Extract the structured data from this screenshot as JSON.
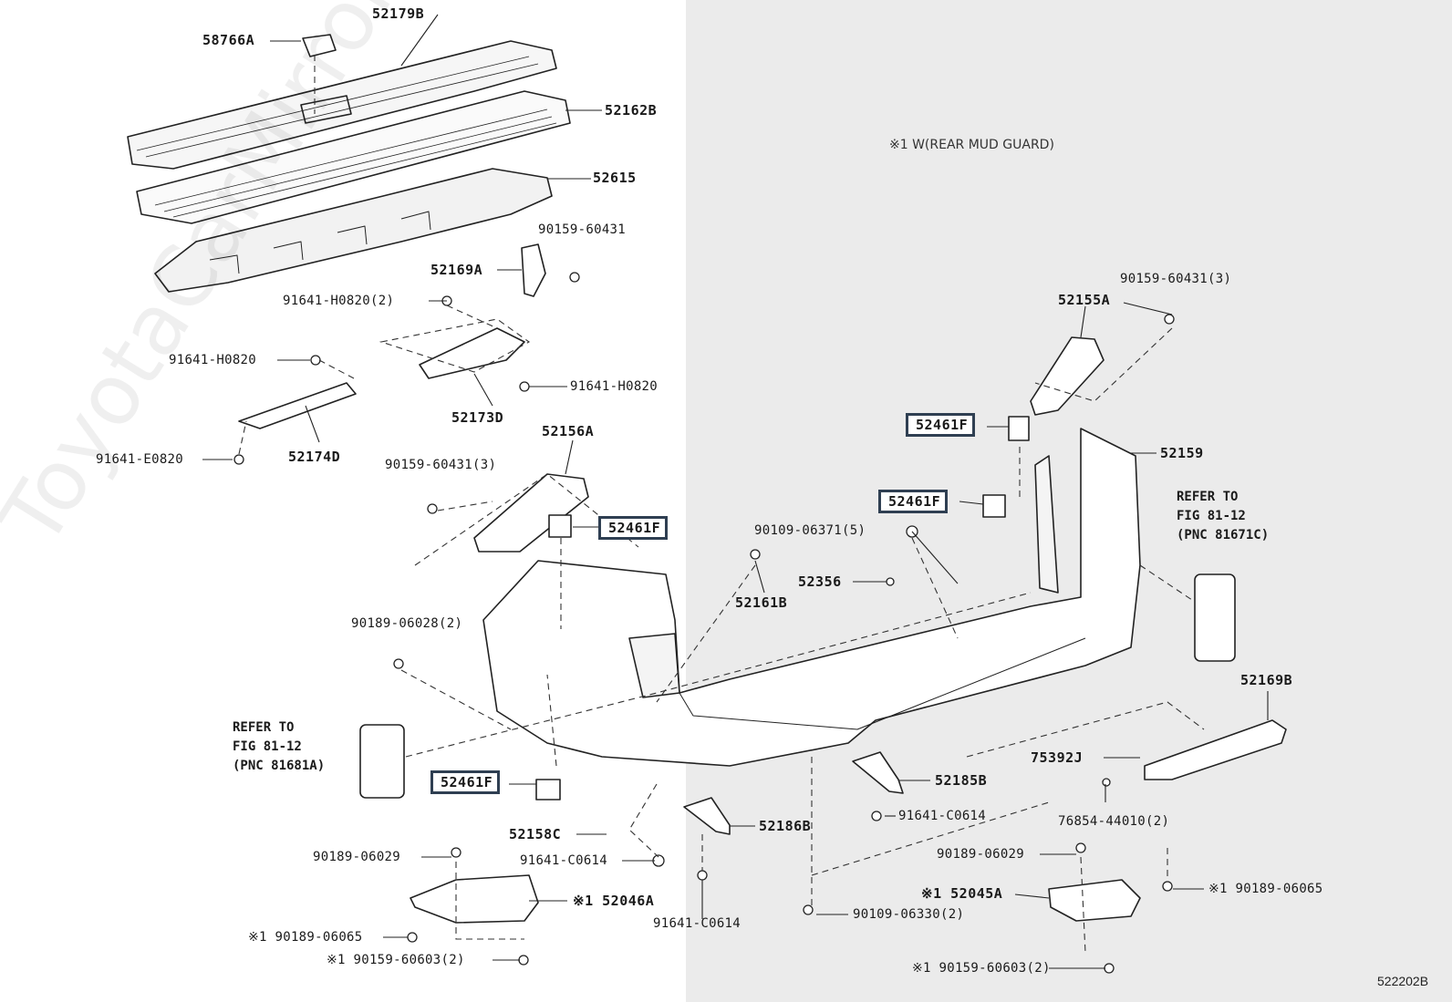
{
  "watermark": "ToyotaCarMirror.ru",
  "note": "※1 W(REAR MUD GUARD)",
  "figure_code": "522202B",
  "refs": {
    "left": "REFER TO\nFIG 81-12\n(PNC 81681A)",
    "right": "REFER TO\nFIG 81-12\n(PNC 81671C)"
  },
  "labels": {
    "p52179B": "52179B",
    "p58766A": "58766A",
    "p52162B": "52162B",
    "p52615": "52615",
    "p90159_60431_a": "90159-60431",
    "p52169A": "52169A",
    "p91641_H0820_2": "91641-H0820(2)",
    "p91641_H0820_a": "91641-H0820",
    "p91641_H0820_b": "91641-H0820",
    "p52173D": "52173D",
    "p91641_E0820": "91641-E0820",
    "p52174D": "52174D",
    "p52156A": "52156A",
    "p90159_60431_3a": "90159-60431(3)",
    "p52461F_a": "52461F",
    "p52461F_b": "52461F",
    "p52461F_c": "52461F",
    "p52461F_d": "52461F",
    "p90189_06028_2": "90189-06028(2)",
    "p90109_06371_5": "90109-06371(5)",
    "p52356": "52356",
    "p52161B": "52161B",
    "p90159_60431_3b": "90159-60431(3)",
    "p52155A": "52155A",
    "p52159": "52159",
    "p52169B": "52169B",
    "p75392J": "75392J",
    "p52185B": "52185B",
    "p91641_C0614_a": "91641-C0614",
    "p76854_44010_2": "76854-44010(2)",
    "p52158C": "52158C",
    "p91641_C0614_b": "91641-C0614",
    "p52186B": "52186B",
    "p90189_06029_a": "90189-06029",
    "p52046A": "※1 52046A",
    "p90189_06065_a": "※1 90189-06065",
    "p90159_60603_2a": "※1 90159-60603(2)",
    "p91641_C0614_c": "91641-C0614",
    "p90189_06029_b": "90189-06029",
    "p52045A": "※1 52045A",
    "p90189_06065_b": "※1 90189-06065",
    "p90109_06330_2": "90109-06330(2)",
    "p90159_60603_2b": "※1 90159-60603(2)"
  }
}
